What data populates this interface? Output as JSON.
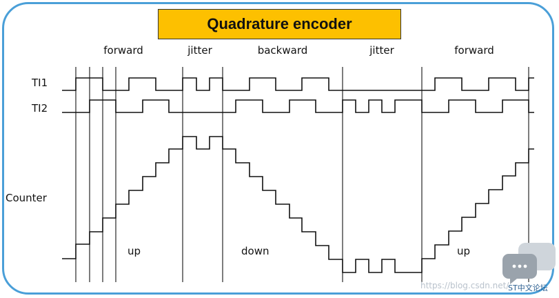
{
  "title": "Quadrature encoder",
  "phases": [
    "forward",
    "jitter",
    "backward",
    "jitter",
    "forward"
  ],
  "signals": {
    "ti1": "TI1",
    "ti2": "TI2",
    "counter": "Counter"
  },
  "directions": [
    "up",
    "down",
    "up"
  ],
  "watermark": "https://blog.csdn.net/",
  "badge": "ST中文论坛",
  "colors": {
    "frame": "#4a9fd8",
    "title_bg": "#fdc000",
    "ink": "#111111"
  },
  "icons": [
    "chat-bubble-icon"
  ]
}
